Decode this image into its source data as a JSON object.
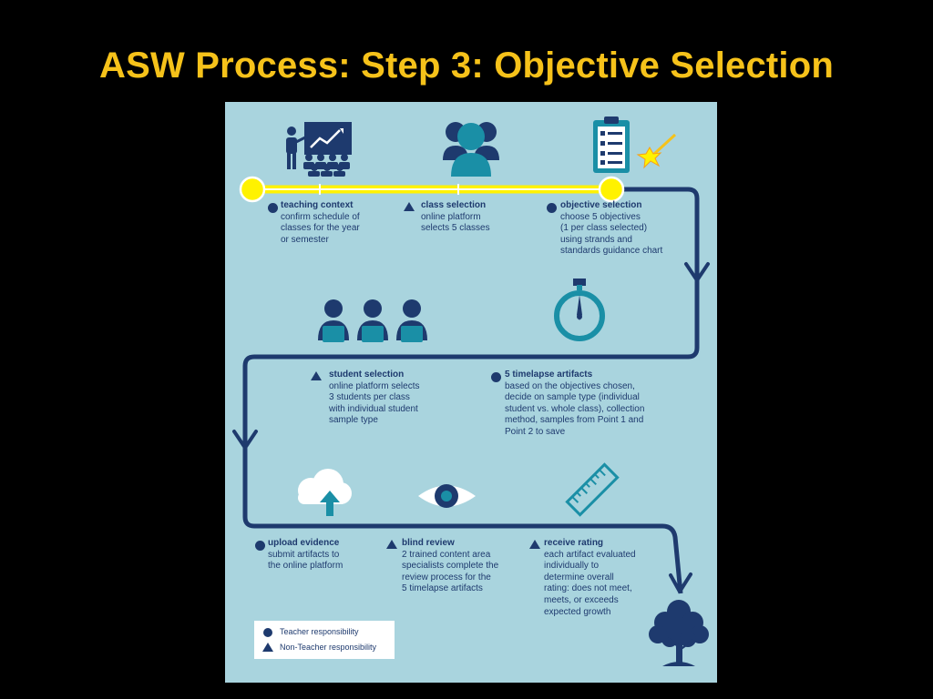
{
  "title": "ASW Process: Step 3: Objective Selection",
  "colors": {
    "background": "#000000",
    "title": "#f6c21a",
    "panel": "#a9d4de",
    "navy": "#1e3a6e",
    "teal": "#1a8fa6",
    "timeline": "#fff200"
  },
  "steps": [
    {
      "heading": "teaching context",
      "marker": "circle",
      "icon": "teacher-presentation-icon",
      "lines": [
        "confirm schedule of",
        "classes for the year",
        "or semester"
      ]
    },
    {
      "heading": "class selection",
      "marker": "triangle",
      "icon": "group-icon",
      "lines": [
        "online platform",
        "selects 5 classes"
      ]
    },
    {
      "heading": "objective selection",
      "marker": "circle",
      "icon": "clipboard-checklist-icon",
      "lines": [
        "choose 5 objectives",
        "(1 per class selected)",
        "using strands and",
        "standards guidance chart"
      ]
    },
    {
      "heading": "student selection",
      "marker": "triangle",
      "icon": "students-icon",
      "lines": [
        "online platform selects",
        "3 students per class",
        "with individual student",
        "sample type"
      ]
    },
    {
      "heading": "5 timelapse artifacts",
      "marker": "circle",
      "icon": "stopwatch-icon",
      "lines": [
        "based on the objectives chosen,",
        "decide on sample type (individual",
        "student vs. whole class), collection",
        "method, samples from Point 1 and",
        "Point 2 to save"
      ]
    },
    {
      "heading": "upload evidence",
      "marker": "circle",
      "icon": "cloud-upload-icon",
      "lines": [
        "submit artifacts to",
        "the online platform"
      ]
    },
    {
      "heading": "blind review",
      "marker": "triangle",
      "icon": "eye-icon",
      "lines": [
        "2 trained content area",
        "specialists complete the",
        "review process for the",
        "5 timelapse artifacts"
      ]
    },
    {
      "heading": "receive rating",
      "marker": "triangle",
      "icon": "ruler-icon",
      "lines": [
        "each artifact evaluated",
        "individually to",
        "determine overall",
        "rating: does not meet,",
        "meets, or exceeds",
        "expected growth"
      ]
    }
  ],
  "legend": {
    "teacher": "Teacher responsibility",
    "non_teacher": "Non-Teacher responsibility"
  },
  "end_icon": "tree-icon"
}
